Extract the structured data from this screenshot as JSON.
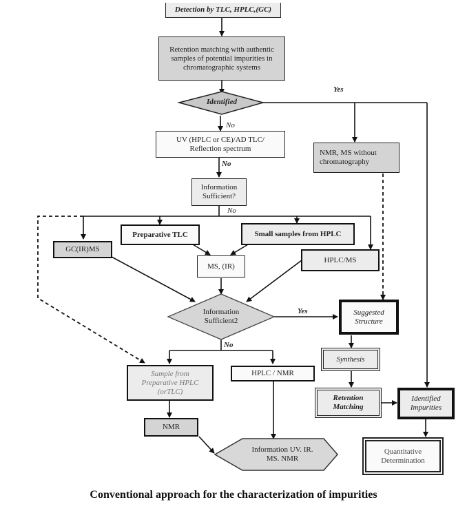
{
  "diagram": {
    "nodes": {
      "detection": "Detection by TLC, HPLC,(GC)",
      "retention_top": "Retention matching with authentic samples of potential impurities in chromatographic systems",
      "identified_decision": "Identified",
      "uv": "UV (HPLC or CE)/AD  TLC/ Reflection spectrum",
      "nmr_ms_wo": "NMR, MS without chromatography",
      "info_sufficient_1": "Information Sufficient?",
      "prep_tlc": "Preparative TLC",
      "small_samples": "Small samples from HPLC",
      "gc_ir_ms": "GC(IR)MS",
      "ms_ir": "MS, (IR)",
      "hplc_ms": "HPLC/MS",
      "info_sufficient_2": "Information Sufficient2",
      "suggested_structure": "Suggested Structure",
      "sample_prep_hplc": "Sample from Preparative HPLC (orTLC)",
      "hplc_nmr": "HPLC / NMR",
      "synthesis": "Synthesis",
      "nmr": "NMR",
      "retention_matching": "Retention Matching",
      "identified_impurities": "Identified Impurities",
      "information_final": "Information UV. IR. MS. NMR",
      "quantitative": "Quantitative Determination"
    },
    "edge_labels": {
      "yes_top": "Yes",
      "no_identified": "No",
      "no_uv": "No",
      "no_info1": "No",
      "yes_info2": "Yes",
      "no_info2": "No"
    },
    "caption": "Conventional approach for the characterization of impurities"
  }
}
